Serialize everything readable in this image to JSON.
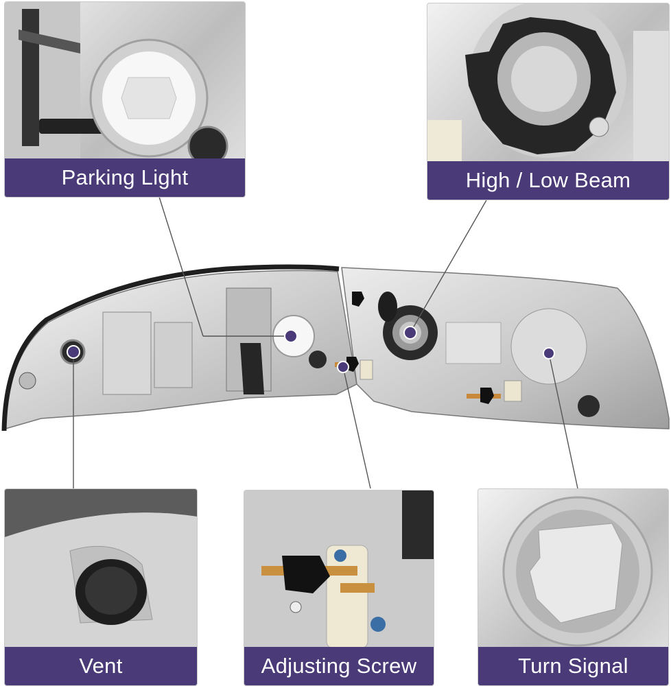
{
  "callouts": {
    "parking_light": "Parking Light",
    "high_low_beam": "High / Low Beam",
    "vent": "Vent",
    "adjusting_screw": "Adjusting Screw",
    "turn_signal": "Turn Signal"
  },
  "colors": {
    "label_bg": "#4a3a78",
    "label_text": "#ffffff",
    "marker": "#4a3a78",
    "leader_line": "#555555"
  }
}
